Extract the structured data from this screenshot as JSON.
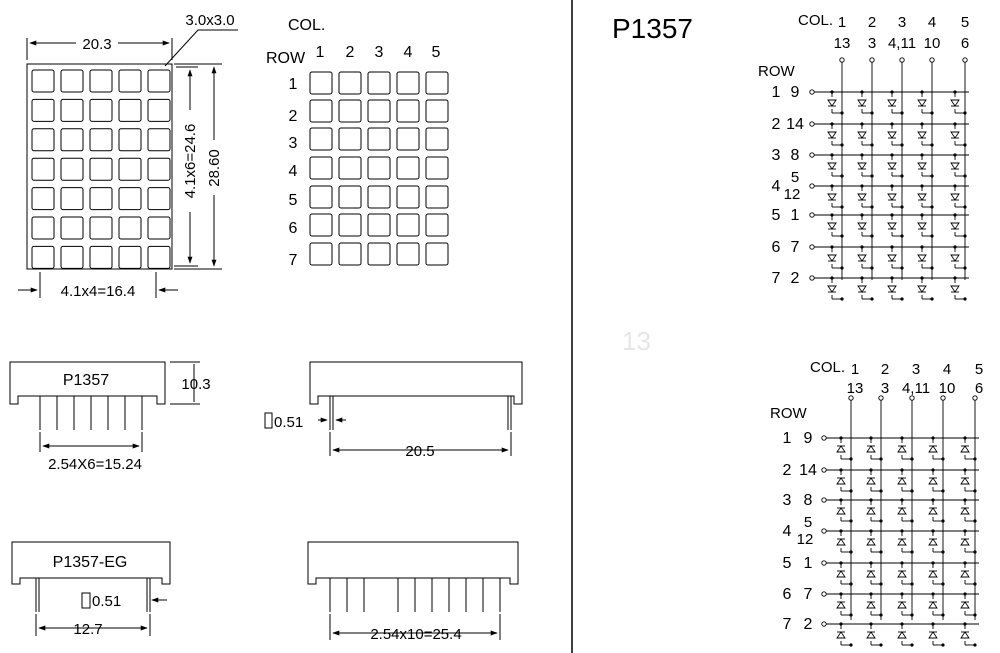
{
  "colors": {
    "ink": "#000000",
    "paper": "#ffffff"
  },
  "front_view": {
    "width_dim": "20.3",
    "dot_size": "3.0x3.0",
    "height_inner_dim": "4.1x6=24.6",
    "height_outer_dim": "28.60",
    "bottom_dim": "4.1x4=16.4"
  },
  "grid_map": {
    "col_header": "COL.",
    "row_header": "ROW",
    "cols": [
      "1",
      "2",
      "3",
      "4",
      "5"
    ],
    "rows": [
      "1",
      "2",
      "3",
      "4",
      "5",
      "6",
      "7"
    ]
  },
  "side_view_1": {
    "part_label": "P1357",
    "height_dim": "10.3",
    "pitch_dim": "2.54X6=15.24"
  },
  "side_view_2": {
    "pin_dim": "0.51",
    "length_dim": "20.5"
  },
  "side_view_3": {
    "part_label": "P1357-EG",
    "pin_dim": "0.51",
    "width_dim": "12.7"
  },
  "side_view_4": {
    "pitch_dim": "2.54x10=25.4"
  },
  "schematic": {
    "title": "P1357",
    "faint_mark": "13",
    "col_header": "COL.",
    "row_header": "ROW",
    "col_numbers": [
      "1",
      "2",
      "3",
      "4",
      "5"
    ],
    "col_pins": [
      "13",
      "3",
      "4,11",
      "10",
      "6"
    ],
    "rows": [
      {
        "row": "1",
        "pin": "9"
      },
      {
        "row": "2",
        "pin": "14"
      },
      {
        "row": "3",
        "pin": "8"
      },
      {
        "row": "4",
        "pin": "5",
        "pin2": "12"
      },
      {
        "row": "5",
        "pin": "1"
      },
      {
        "row": "6",
        "pin": "7"
      },
      {
        "row": "7",
        "pin": "2"
      }
    ]
  }
}
